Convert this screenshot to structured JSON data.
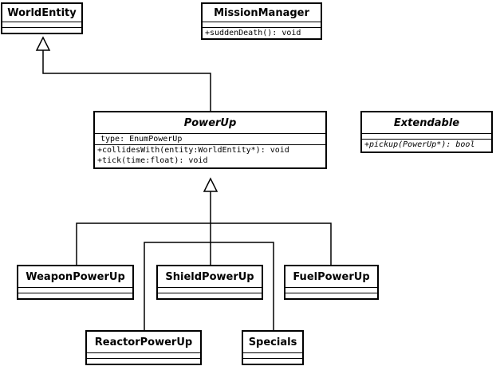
{
  "diagram": {
    "classes": {
      "world_entity": {
        "name": "WorldEntity",
        "attributes": [],
        "operations": []
      },
      "mission_manager": {
        "name": "MissionManager",
        "attributes": [],
        "operations": [
          "+suddenDeath(): void"
        ]
      },
      "power_up": {
        "name": "PowerUp",
        "abstract": true,
        "attributes": [
          "type: EnumPowerUp"
        ],
        "operations": [
          "+collidesWith(entity:WorldEntity*): void",
          "+tick(time:float): void"
        ]
      },
      "extendable": {
        "name": "Extendable",
        "abstract": true,
        "attributes": [],
        "operations": [
          "+pickup(PowerUp*): bool"
        ]
      },
      "weapon_power_up": {
        "name": "WeaponPowerUp",
        "attributes": [],
        "operations": []
      },
      "shield_power_up": {
        "name": "ShieldPowerUp",
        "attributes": [],
        "operations": []
      },
      "fuel_power_up": {
        "name": "FuelPowerUp",
        "attributes": [],
        "operations": []
      },
      "reactor_power_up": {
        "name": "ReactorPowerUp",
        "attributes": [],
        "operations": []
      },
      "specials": {
        "name": "Specials",
        "attributes": [],
        "operations": []
      }
    },
    "relations": [
      {
        "type": "generalization",
        "from": "power_up",
        "to": "world_entity"
      },
      {
        "type": "generalization",
        "from": "weapon_power_up",
        "to": "power_up"
      },
      {
        "type": "generalization",
        "from": "shield_power_up",
        "to": "power_up"
      },
      {
        "type": "generalization",
        "from": "fuel_power_up",
        "to": "power_up"
      },
      {
        "type": "generalization",
        "from": "reactor_power_up",
        "to": "power_up"
      },
      {
        "type": "generalization",
        "from": "specials",
        "to": "power_up"
      }
    ]
  }
}
